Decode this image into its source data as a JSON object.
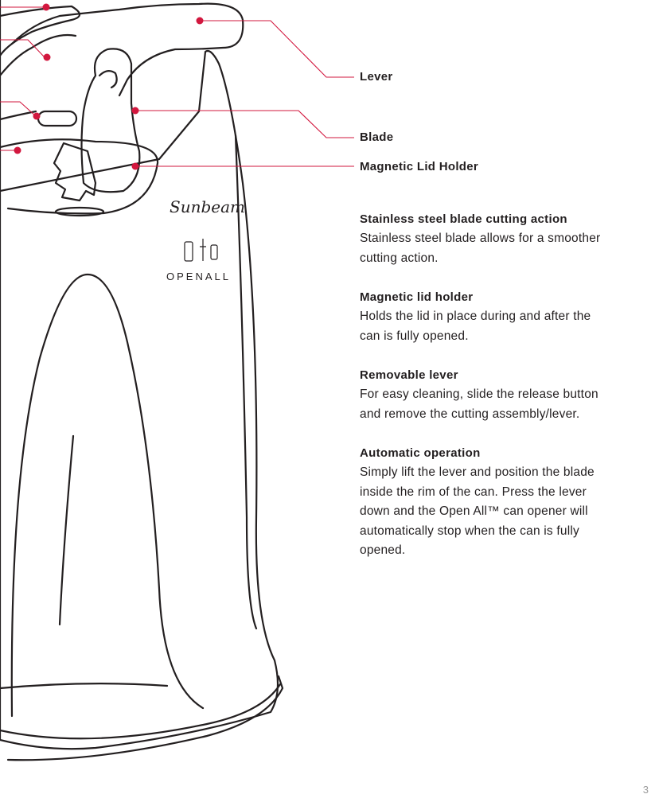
{
  "brand": {
    "logo": "Sunbeam",
    "product": "OPENALL"
  },
  "callouts": {
    "lever": "Lever",
    "blade": "Blade",
    "magnetic_lid_holder": "Magnetic Lid Holder"
  },
  "features": [
    {
      "title": "Stainless steel blade cutting action",
      "lines": [
        "Stainless steel blade allows for a smoother",
        "cutting action."
      ]
    },
    {
      "title": "Magnetic lid holder",
      "lines": [
        "Holds the lid in place during and after the",
        "can is fully opened."
      ]
    },
    {
      "title": "Removable lever",
      "lines": [
        "For easy cleaning, slide the release button",
        "and remove the cutting assembly/lever."
      ]
    },
    {
      "title": "Automatic operation",
      "lines": [
        "Simply lift the lever and position the blade",
        "inside the rim of the can. Press the lever",
        "down and the Open All™ can opener will",
        "automatically stop when the can is fully",
        "opened."
      ]
    }
  ],
  "page_number": "3",
  "colors": {
    "leader": "#d2173e",
    "outline": "#231f20",
    "page_number": "#9a9a9a"
  }
}
